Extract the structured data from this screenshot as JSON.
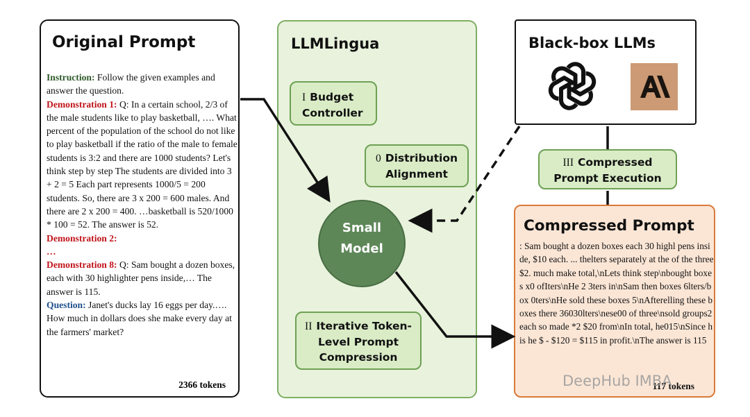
{
  "original_prompt": {
    "title": "Original Prompt",
    "instruction_label": "Instruction:",
    "instruction_text": " Follow the given examples and answer the question.",
    "demo1_label": "Demonstration 1:",
    "demo1_text": " Q: In a certain school, 2/3 of the male students like to play basketball, …. What percent of the population of the school do not like to play basketball if the ratio of the male to female students is 3:2 and there are 1000 students? Let's think step by step The students are divided into 3 + 2 = 5 Each part represents 1000/5 = 200 students. So, there are 3 x 200 = 600 males. And there are 2 x 200 = 400. …basketball is 520/1000 * 100 = 52. The answer is 52.",
    "demo2_label": "Demonstration 2:",
    "ellipsis": "…",
    "demo8_label": "Demonstration 8:",
    "demo8_text": " Q: Sam bought a dozen boxes, each with 30 highlighter pens inside,… The answer is 115.",
    "question_label": "Question:",
    "question_text": " Janet's ducks lay 16 eggs per day.…. How much in dollars does she make every day at the farmers' market?",
    "tokens": "2366 tokens"
  },
  "llmlingua": {
    "title": "LLMLingua",
    "budget": {
      "num": "I",
      "label": "Budget Controller"
    },
    "distribution": {
      "num": "0",
      "line1": "Distribution",
      "line2": "Alignment"
    },
    "iterative": {
      "num": "II",
      "line1": "Iterative Token-",
      "line2": "Level Prompt",
      "line3": "Compression"
    },
    "small_model": {
      "line1": "Small",
      "line2": "Model"
    }
  },
  "blackbox": {
    "title": "Black-box LLMs",
    "openai_icon": "openai-logo-icon",
    "anthropic_icon": "anthropic-logo-icon"
  },
  "execution": {
    "num": "III",
    "line1": "Compressed",
    "line2": "Prompt Execution"
  },
  "compressed_prompt": {
    "title": "Compressed Prompt",
    "text": ": Sam bought a dozen boxes each 30 highl pens inside, $10 each. ... thelters separately at the of the three $2. much make total,\\nLets think step\\nbought boxes x0 ofIters\\nHe 2 3ters in\\nSam then boxes 6lters/box 0ters\\nHe sold these boxes 5\\nAfterelling these boxes there 36030lters\\nese00 of three\\nsold groups2 each so made *2 $20 from\\nIn total, he015\\nSince his he $ - $120 = $115 in profit.\\nThe answer is 115",
    "tokens": "117 tokens"
  },
  "watermark": "DeepHub IMBA",
  "colors": {
    "green_fill": "#e8f2dc",
    "module_fill": "#d9ecc6",
    "circle": "#5e8758",
    "orange_border": "#d97a3a",
    "orange_fill": "#fbe6d6"
  }
}
